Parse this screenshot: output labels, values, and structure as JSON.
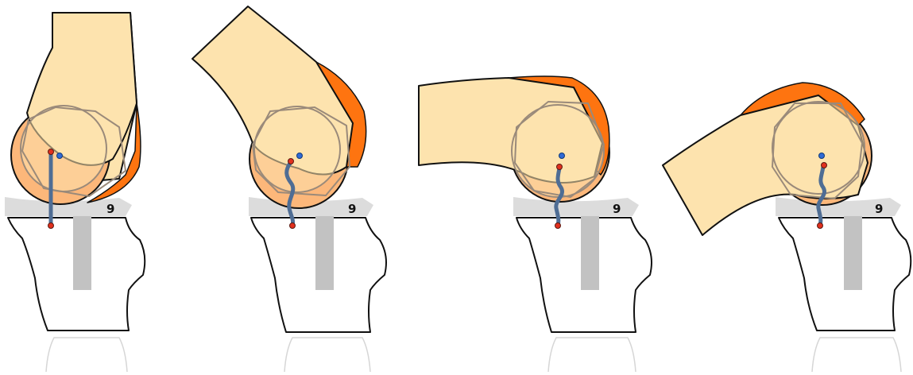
{
  "panels": [
    {
      "label": "9"
    },
    {
      "label": "9"
    },
    {
      "label": "9"
    },
    {
      "label": "9"
    }
  ],
  "colors": {
    "bone": "#fde3ae",
    "condyle": "#fcb77a",
    "cam": "#fe7410",
    "tray": "#dcdcdc",
    "stem": "#c2c2c2",
    "ligament": "#4f6d94",
    "contact_point": "#e1301e",
    "center_point": "#2f6ad6"
  }
}
